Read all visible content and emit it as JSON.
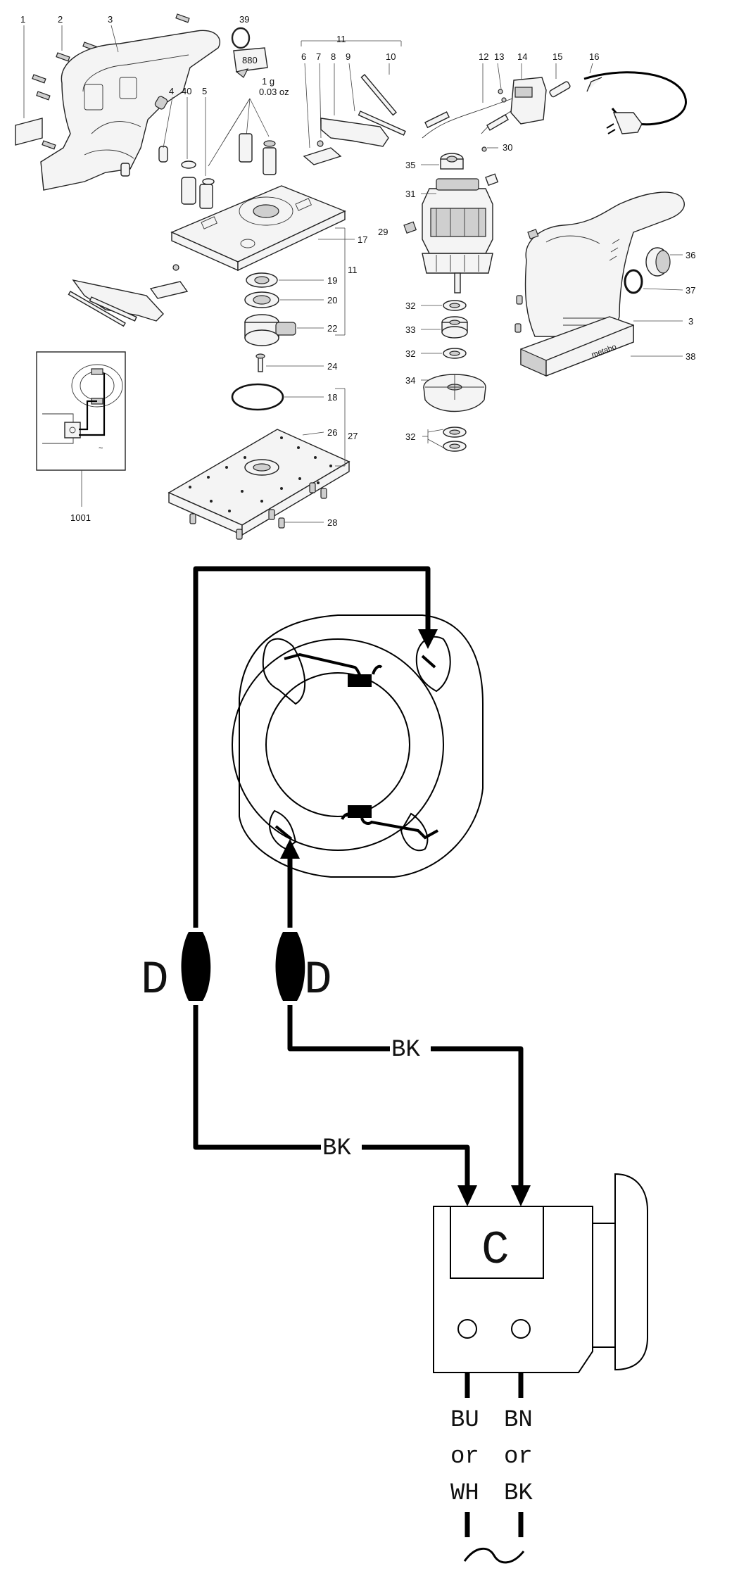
{
  "exploded_view": {
    "callouts": [
      {
        "id": "c1",
        "text": "1"
      },
      {
        "id": "c2",
        "text": "2"
      },
      {
        "id": "c3",
        "text": "3"
      },
      {
        "id": "c39",
        "text": "39"
      },
      {
        "id": "c4",
        "text": "4"
      },
      {
        "id": "c40",
        "text": "40"
      },
      {
        "id": "c5",
        "text": "5"
      },
      {
        "id": "c11a",
        "text": "11"
      },
      {
        "id": "c6",
        "text": "6"
      },
      {
        "id": "c7",
        "text": "7"
      },
      {
        "id": "c8",
        "text": "8"
      },
      {
        "id": "c9",
        "text": "9"
      },
      {
        "id": "c10",
        "text": "10"
      },
      {
        "id": "c12",
        "text": "12"
      },
      {
        "id": "c13",
        "text": "13"
      },
      {
        "id": "c14",
        "text": "14"
      },
      {
        "id": "c15",
        "text": "15"
      },
      {
        "id": "c16",
        "text": "16"
      },
      {
        "id": "c30",
        "text": "30"
      },
      {
        "id": "c35",
        "text": "35"
      },
      {
        "id": "c31",
        "text": "31"
      },
      {
        "id": "c29",
        "text": "29"
      },
      {
        "id": "c17",
        "text": "17"
      },
      {
        "id": "c11b",
        "text": "11"
      },
      {
        "id": "c19",
        "text": "19"
      },
      {
        "id": "c20",
        "text": "20"
      },
      {
        "id": "c22",
        "text": "22"
      },
      {
        "id": "c24",
        "text": "24"
      },
      {
        "id": "c18",
        "text": "18"
      },
      {
        "id": "c26",
        "text": "26"
      },
      {
        "id": "c27",
        "text": "27"
      },
      {
        "id": "c28",
        "text": "28"
      },
      {
        "id": "c1001",
        "text": "1001"
      },
      {
        "id": "c32a",
        "text": "32"
      },
      {
        "id": "c33",
        "text": "33"
      },
      {
        "id": "c32b",
        "text": "32"
      },
      {
        "id": "c34",
        "text": "34"
      },
      {
        "id": "c32c",
        "text": "32"
      },
      {
        "id": "c36",
        "text": "36"
      },
      {
        "id": "c37",
        "text": "37"
      },
      {
        "id": "c3b",
        "text": "3"
      },
      {
        "id": "c38",
        "text": "38"
      }
    ],
    "grease": {
      "code": "880",
      "amount": "1 g",
      "amount_oz": "0.03 oz"
    },
    "brand": "metabo"
  },
  "wiring": {
    "connector_label_left": "D",
    "connector_label_right": "D",
    "wire_label_upper": "BK",
    "wire_label_lower": "BK",
    "switch_label": "C",
    "terminal_left": {
      "line1": "BU",
      "line2": "or",
      "line3": "WH"
    },
    "terminal_right": {
      "line1": "BN",
      "line2": "or",
      "line3": "BK"
    },
    "supply_symbol": "~"
  }
}
